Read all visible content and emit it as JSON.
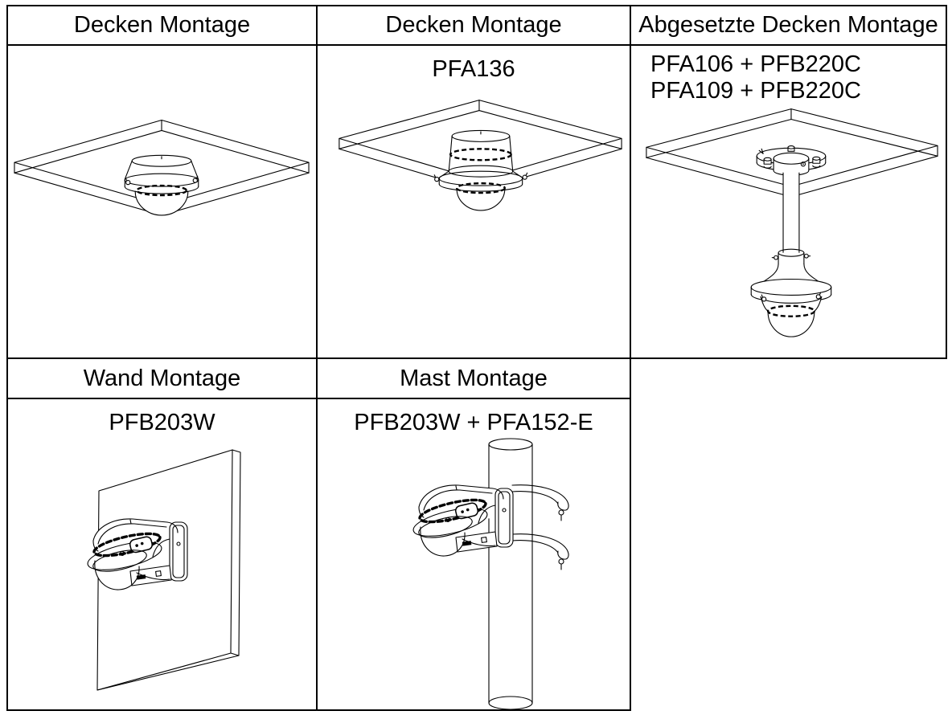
{
  "table": {
    "rows": [
      {
        "cells": [
          {
            "header": "Decken Montage",
            "models": [],
            "illustration": "ceiling-mount"
          },
          {
            "header": "Decken Montage",
            "models": [
              "PFA136"
            ],
            "illustration": "ceiling-mount-adapter"
          },
          {
            "header": "Abgesetzte Decken Montage",
            "models": [
              "PFA106 + PFB220C",
              "PFA109 + PFB220C"
            ],
            "illustration": "pendant-mount"
          }
        ]
      },
      {
        "cells": [
          {
            "header": "Wand Montage",
            "models": [
              "PFB203W"
            ],
            "illustration": "wall-mount"
          },
          {
            "header": "Mast Montage",
            "models": [
              "PFB203W + PFA152-E"
            ],
            "illustration": "pole-mount"
          }
        ]
      }
    ]
  },
  "colors": {
    "line": "#000000",
    "background": "#ffffff"
  }
}
